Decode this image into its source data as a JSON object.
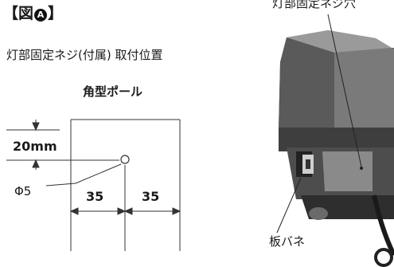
{
  "figure": {
    "bracket_open": "【",
    "label_prefix": "図",
    "badge": "A",
    "bracket_close": "】",
    "subtitle": "灯部固定ネジ(付属) 取付位置"
  },
  "pole": {
    "title": "角型ポール",
    "dim_height": "20mm",
    "hole_diameter": "Φ5",
    "dim_left": "35",
    "dim_right": "35"
  },
  "photo": {
    "screw_hole_label": "灯部固定ネジ穴",
    "spring_label": "板バネ"
  }
}
